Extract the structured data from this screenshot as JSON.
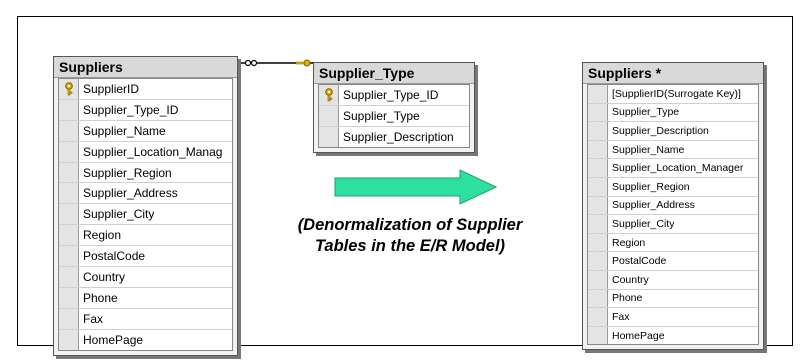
{
  "tables": {
    "suppliers": {
      "title": "Suppliers",
      "columns": [
        {
          "name": "SupplierID",
          "key": true
        },
        {
          "name": "Supplier_Type_ID",
          "key": false
        },
        {
          "name": "Supplier_Name",
          "key": false
        },
        {
          "name": "Supplier_Location_Manag",
          "key": false
        },
        {
          "name": "Supplier_Region",
          "key": false
        },
        {
          "name": "Supplier_Address",
          "key": false
        },
        {
          "name": "Supplier_City",
          "key": false
        },
        {
          "name": "Region",
          "key": false
        },
        {
          "name": "PostalCode",
          "key": false
        },
        {
          "name": "Country",
          "key": false
        },
        {
          "name": "Phone",
          "key": false
        },
        {
          "name": "Fax",
          "key": false
        },
        {
          "name": "HomePage",
          "key": false
        }
      ]
    },
    "supplier_type": {
      "title": "Supplier_Type",
      "columns": [
        {
          "name": "Supplier_Type_ID",
          "key": true
        },
        {
          "name": "Supplier_Type",
          "key": false
        },
        {
          "name": "Supplier_Description",
          "key": false
        }
      ]
    },
    "suppliers_new": {
      "title": "Suppliers *",
      "columns": [
        {
          "name": "[SupplierID(Surrogate Key)]",
          "key": false
        },
        {
          "name": "Supplier_Type",
          "key": false
        },
        {
          "name": "Supplier_Description",
          "key": false
        },
        {
          "name": "Supplier_Name",
          "key": false
        },
        {
          "name": "Supplier_Location_Manager",
          "key": false
        },
        {
          "name": "Supplier_Region",
          "key": false
        },
        {
          "name": "Supplier_Address",
          "key": false
        },
        {
          "name": "Supplier_City",
          "key": false
        },
        {
          "name": "Region",
          "key": false
        },
        {
          "name": "PostalCode",
          "key": false
        },
        {
          "name": "Country",
          "key": false
        },
        {
          "name": "Phone",
          "key": false
        },
        {
          "name": "Fax",
          "key": false
        },
        {
          "name": "HomePage",
          "key": false
        }
      ]
    }
  },
  "caption": {
    "line1": "(Denormalization of Supplier",
    "line2": "Tables in the E/R Model)"
  },
  "colors": {
    "arrow_fill": "#2ee0a0",
    "arrow_edge": "#1aa070",
    "key_icon": "#e0b400",
    "relationship_line": "#000000"
  },
  "icons": {
    "key": "key-icon",
    "arrow": "right-arrow-icon",
    "relationship": "relationship-line-icon"
  }
}
